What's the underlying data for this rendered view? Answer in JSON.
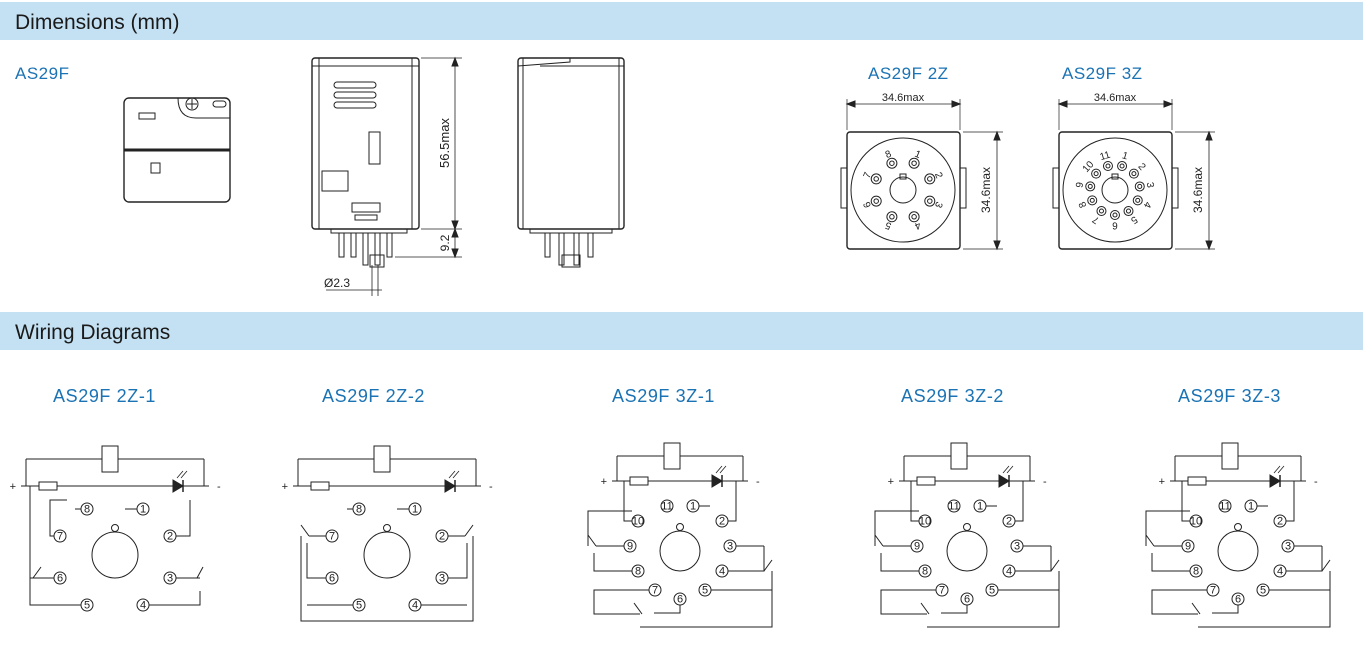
{
  "sections": {
    "dimensions_title": "Dimensions (mm)",
    "wiring_title": "Wiring Diagrams"
  },
  "dimensions": {
    "model": "AS29F",
    "height_label": "56.5max",
    "pin_length_label": "9.2",
    "pin_diameter_label": "Ø2.3",
    "base_2z": {
      "title": "AS29F 2Z",
      "width_label": "34.6max",
      "height_label": "34.6max",
      "pins": [
        "1",
        "2",
        "3",
        "4",
        "5",
        "6",
        "7",
        "8"
      ]
    },
    "base_3z": {
      "title": "AS29F 3Z",
      "width_label": "34.6max",
      "height_label": "34.6max",
      "pins": [
        "1",
        "2",
        "3",
        "4",
        "5",
        "6",
        "7",
        "8",
        "9",
        "10",
        "11"
      ]
    }
  },
  "wiring": {
    "plus": "+",
    "minus": "-",
    "diagrams": [
      {
        "title": "AS29F 2Z-1",
        "pins": [
          "1",
          "2",
          "3",
          "4",
          "5",
          "6",
          "7",
          "8"
        ]
      },
      {
        "title": "AS29F 2Z-2",
        "pins": [
          "1",
          "2",
          "3",
          "4",
          "5",
          "6",
          "7",
          "8"
        ]
      },
      {
        "title": "AS29F 3Z-1",
        "pins": [
          "1",
          "2",
          "3",
          "4",
          "5",
          "6",
          "7",
          "8",
          "9",
          "10",
          "11"
        ]
      },
      {
        "title": "AS29F 3Z-2",
        "pins": [
          "1",
          "2",
          "3",
          "4",
          "5",
          "6",
          "7",
          "8",
          "9",
          "10",
          "11"
        ]
      },
      {
        "title": "AS29F 3Z-3",
        "pins": [
          "1",
          "2",
          "3",
          "4",
          "5",
          "6",
          "7",
          "8",
          "9",
          "10",
          "11"
        ]
      }
    ]
  },
  "colors": {
    "band": "#c4e1f3",
    "title_blue": "#1b73b4",
    "line": "#222222"
  }
}
